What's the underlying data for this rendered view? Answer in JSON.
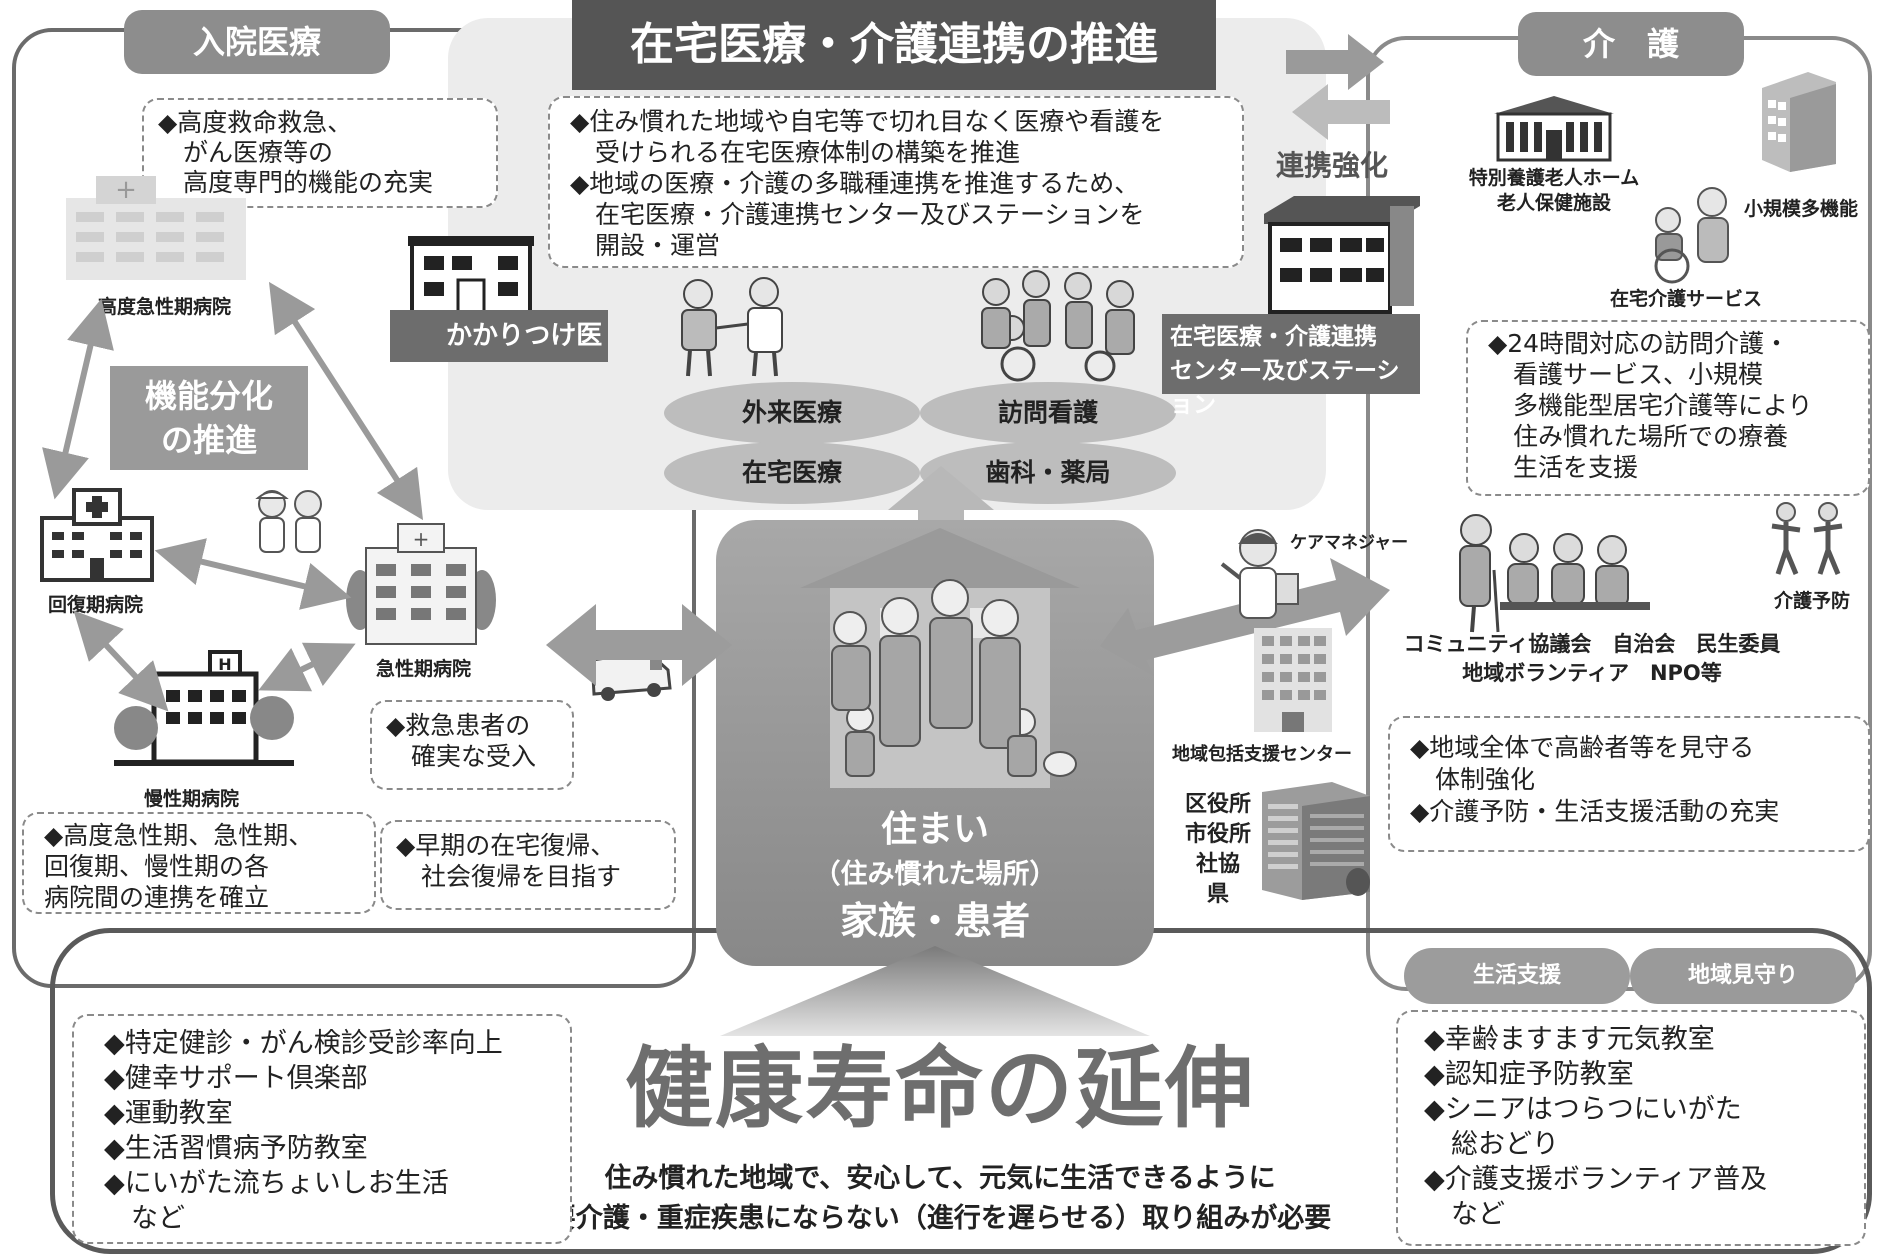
{
  "top_title": "在宅医療・介護連携の推進",
  "hospital_section": {
    "tab": "入院医療",
    "box_high": "◆高度救命救急、\n　がん医療等の\n　高度専門的機能の充実",
    "high_acute": "高度急性期病院",
    "recovery": "回復期病院",
    "acute": "急性期病院",
    "chronic": "慢性期病院",
    "function_label": "機能分化\nの推進",
    "box_emergency": "◆救急患者の\n　確実な受入",
    "box_cooperation": "◆高度急性期、急性期、\n回復期、慢性期の各\n病院間の連携を確立",
    "box_return": "◆早期の在宅復帰、\n　社会復帰を目指す"
  },
  "home_medical": {
    "box": "◆住み慣れた地域や自宅等で切れ目なく医療や看護を\n　受けられる在宅医療体制の構築を推進\n◆地域の医療・介護の多職種連携を推進するため、\n　在宅医療・介護連携センター及びステーションを\n　開設・運営",
    "family_doctor": "かかりつけ医",
    "outpatient": "外来医療",
    "visiting_nursing": "訪問看護",
    "home_care": "在宅医療",
    "dental": "歯科・薬局",
    "cooperation": "連携強化",
    "center": "在宅医療・介護連携\nセンター及びステーション"
  },
  "care_section": {
    "tab": "介　護",
    "facility": "特別養護老人ホーム\n老人保健施設",
    "small_multi": "小規模多機能",
    "home_service": "在宅介護サービス",
    "box_24h": "◆24時間対応の訪問介護・\n　看護サービス、小規模\n　多機能型居宅介護等により\n　住み慣れた場所での療養\n　生活を支援",
    "care_manager": "ケアマネジャー",
    "prevention": "介護予防",
    "community": "コミュニティ協議会　自治会　民生委員\n地域ボランティア　NPO等",
    "support_center": "地域包括支援センター",
    "office": "区役所\n市役所\n社協\n県",
    "box_watch": "◆地域全体で高齢者等を見守る\n　体制強化\n◆介護予防・生活支援活動の充実"
  },
  "center_home": {
    "line1": "住まい",
    "line2": "（住み慣れた場所）",
    "line3": "家族・患者"
  },
  "bottom": {
    "title": "健康寿命の延伸",
    "sub1": "住み慣れた地域で、安心して、元気に生活できるように",
    "sub2": "要介護・重症疾患にならない（進行を遅らせる）取り組みが必要",
    "left_box": "◆特定健診・がん検診受診率向上\n◆健幸サポート倶楽部\n◆運動教室\n◆生活習慣病予防教室\n◆にいがた流ちょいしお生活\n　など",
    "right_box": "◆幸齢ますます元気教室\n◆認知症予防教室\n◆シニアはつらつにいがた\n　総おどり\n◆介護支援ボランティア普及\n　など",
    "pill_life": "生活支援",
    "pill_watch": "地域見守り"
  }
}
